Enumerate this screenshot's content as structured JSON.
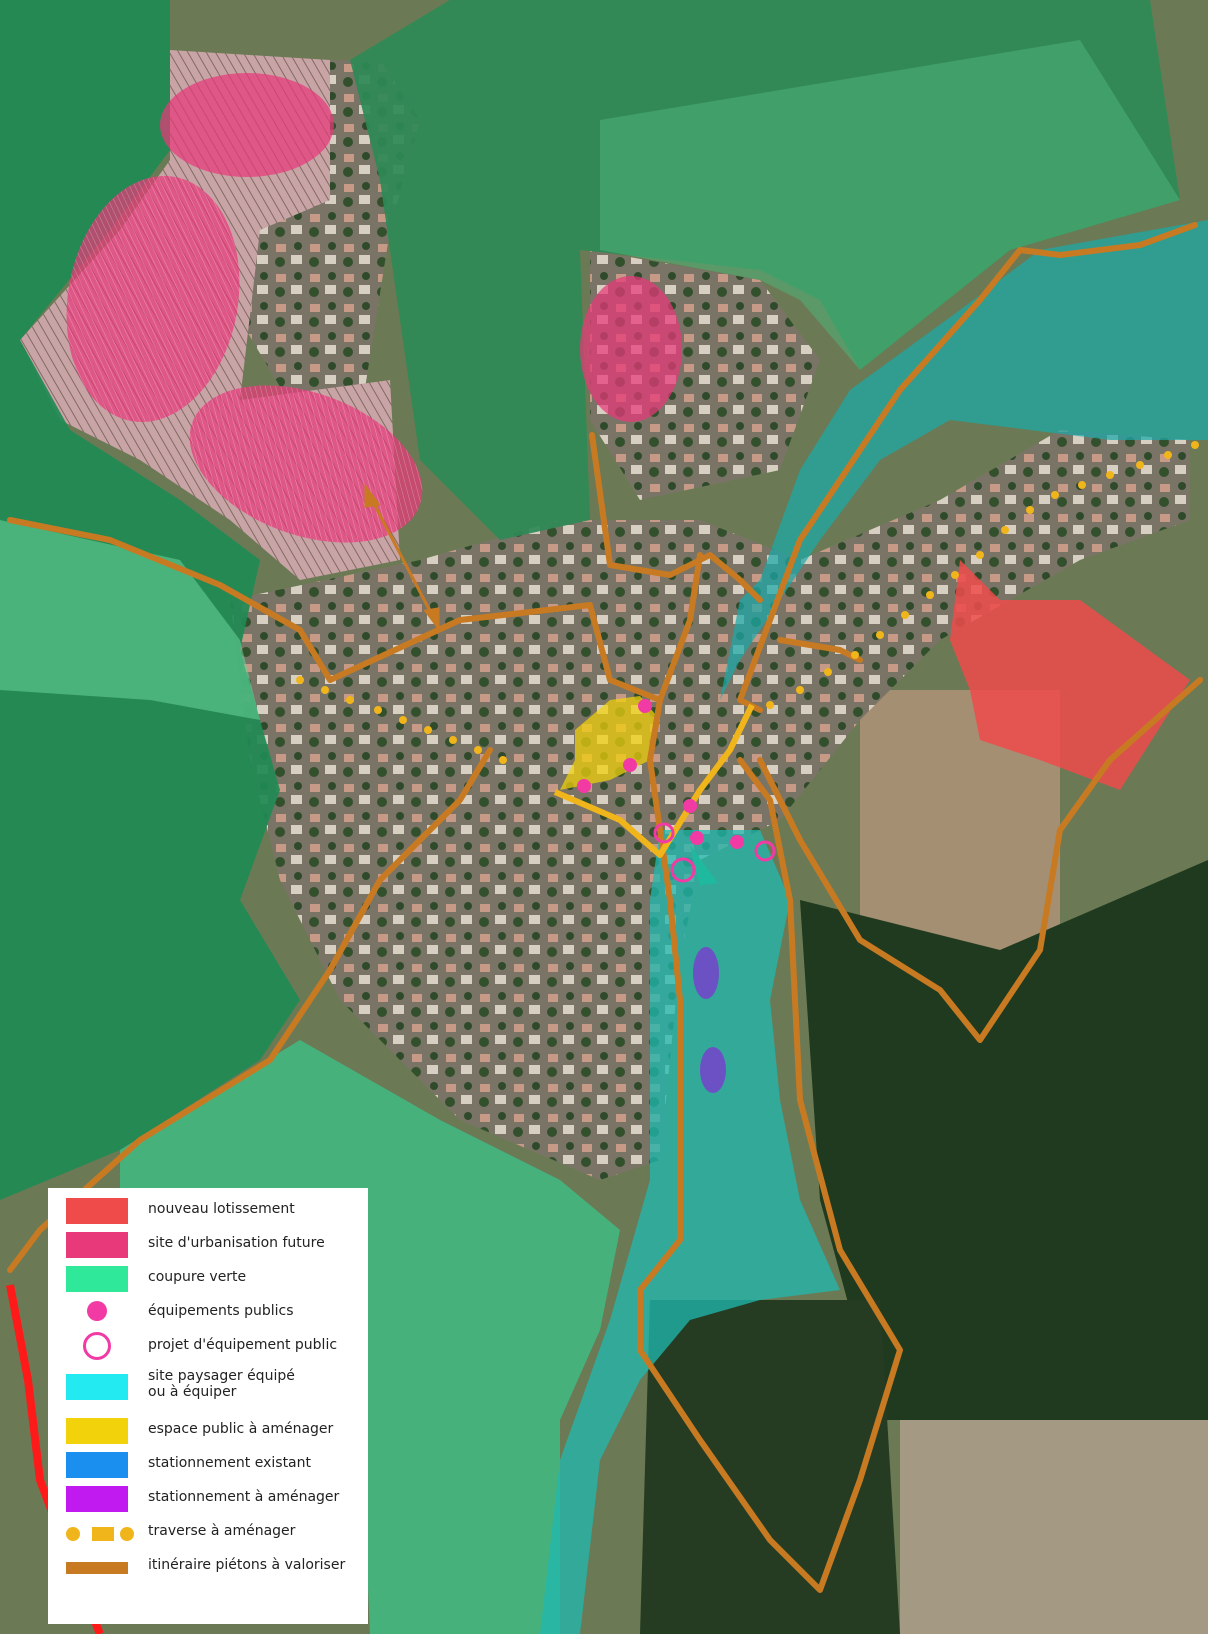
{
  "colors": {
    "nouveau_lotissement": "#ef4b4b",
    "urbanisation_future": "#e8397a",
    "coupure_verte": "#2fe89a",
    "equipements_publics": "#f23aa5",
    "site_paysager": "#23eaf0",
    "espace_public": "#f2d20a",
    "stationnement_existant": "#1a8ff0",
    "stationnement_a_amenager": "#c01af0",
    "traverse": "#f1b51c",
    "itineraire": "#c87a22",
    "limite": "#ff1a1a"
  },
  "legend": [
    {
      "key": "nouveau_lotissement",
      "symbol": "rect",
      "label": "nouveau lotissement"
    },
    {
      "key": "urbanisation_future",
      "symbol": "rect",
      "label": "site  d'urbanisation future"
    },
    {
      "key": "coupure_verte",
      "symbol": "rect",
      "label": "coupure verte"
    },
    {
      "key": "equipements_publics",
      "symbol": "dot",
      "label": "équipements publics"
    },
    {
      "key": "projet_equipement",
      "symbol": "ring",
      "label": "projet d'équipement public"
    },
    {
      "key": "site_paysager",
      "symbol": "rect",
      "label": "site paysager équipé\nou à équiper"
    },
    {
      "key": "espace_public",
      "symbol": "rect",
      "label": "espace public à aménager"
    },
    {
      "key": "stationnement_existant",
      "symbol": "rect",
      "label": "stationnement existant"
    },
    {
      "key": "stationnement_a_amenager",
      "symbol": "rect",
      "label": "stationnement à aménager"
    },
    {
      "key": "traverse",
      "symbol": "traverse",
      "label": "traverse à aménager"
    },
    {
      "key": "itineraire",
      "symbol": "bar",
      "label": "itinéraire piétons à valoriser"
    }
  ]
}
